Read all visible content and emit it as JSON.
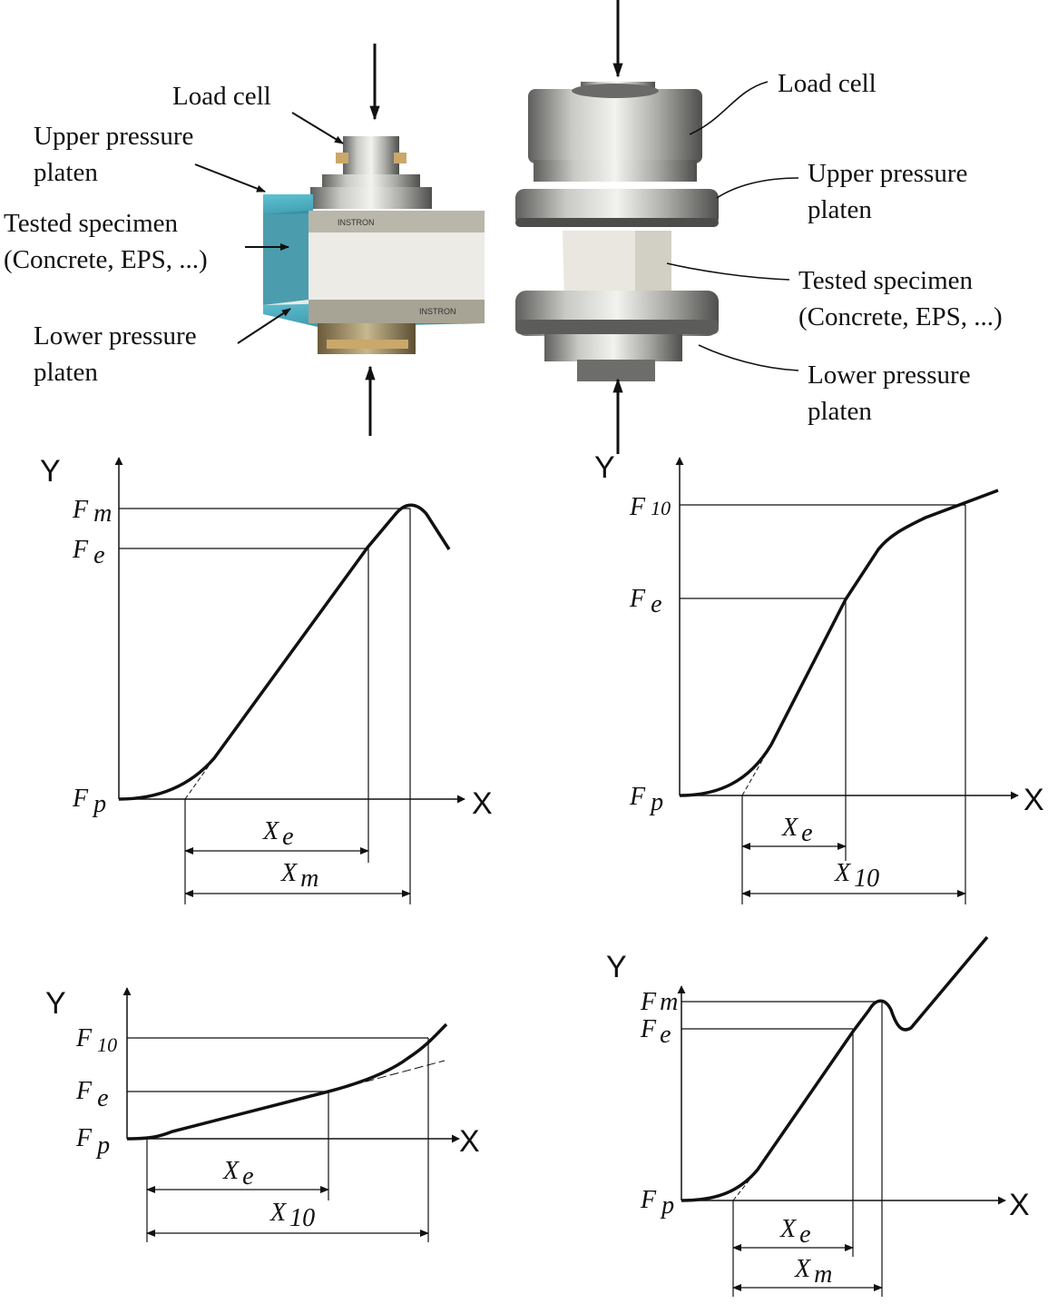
{
  "setup_left": {
    "labels": {
      "load_cell": "Load cell",
      "upper_1": "Upper pressure",
      "upper_2": "platen",
      "specimen_1": "Tested specimen",
      "specimen_2": "(Concrete, EPS, ...)",
      "lower_1": "Lower pressure",
      "lower_2": "platen"
    },
    "brand": "INSTRON",
    "colors": {
      "platen": "#3a9bb0",
      "specimen": "#eeeeea",
      "steel": "#9a9a98"
    }
  },
  "setup_right": {
    "labels": {
      "load_cell": "Load cell",
      "upper_1": "Upper pressure",
      "upper_2": "platen",
      "specimen_1": "Tested specimen",
      "specimen_2": "(Concrete, EPS, ...)",
      "lower_1": "Lower pressure",
      "lower_2": "platen"
    },
    "colors": {
      "steel": "#8d8d8b",
      "specimen": "#e8e6df"
    }
  },
  "graphs": {
    "a": {
      "y": "Y",
      "x": "X",
      "fm": "F",
      "fm_sub": "m",
      "fe": "F",
      "fe_sub": "e",
      "fp": "F",
      "fp_sub": "p",
      "xe": "X",
      "xe_sub": "e",
      "xm": "X",
      "xm_sub": "m"
    },
    "b": {
      "y": "Y",
      "x": "X",
      "f10": "F",
      "f10_sub": "10",
      "fe": "F",
      "fe_sub": "e",
      "fp": "F",
      "fp_sub": "p",
      "xe": "X",
      "xe_sub": "e",
      "x10": "X",
      "x10_sub": "10"
    },
    "c": {
      "y": "Y",
      "x": "X",
      "f10": "F",
      "f10_sub": "10",
      "fe": "F",
      "fe_sub": "e",
      "fp": "F",
      "fp_sub": "p",
      "xe": "X",
      "xe_sub": "e",
      "x10": "X",
      "x10_sub": "10"
    },
    "d": {
      "y": "Y",
      "x": "X",
      "fm": "F",
      "fm_sub": "m",
      "fe": "F",
      "fe_sub": "e",
      "fp": "F",
      "fp_sub": "p",
      "xe": "X",
      "xe_sub": "e",
      "xm": "X",
      "xm_sub": "m"
    }
  }
}
